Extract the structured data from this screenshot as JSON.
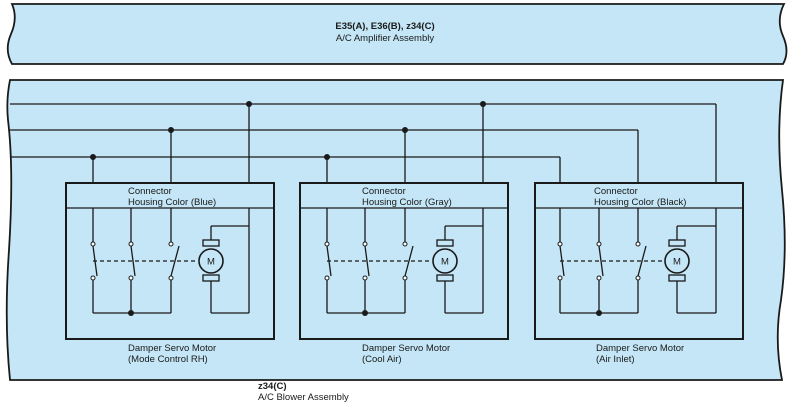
{
  "amplifier": {
    "code": "E35(A), E36(B), z34(C)",
    "name": "A/C Amplifier Assembly"
  },
  "blower": {
    "code": "z34(C)",
    "name": "A/C Blower Assembly"
  },
  "motors": [
    {
      "connector_label": "Connector",
      "housing_color": "Housing Color (Blue)",
      "motor_symbol": "M",
      "title": "Damper Servo Motor",
      "subtitle": "(Mode Control RH)"
    },
    {
      "connector_label": "Connector",
      "housing_color": "Housing Color (Gray)",
      "motor_symbol": "M",
      "title": "Damper Servo Motor",
      "subtitle": "(Cool Air)"
    },
    {
      "connector_label": "Connector",
      "housing_color": "Housing Color (Black)",
      "motor_symbol": "M",
      "title": "Damper Servo Motor",
      "subtitle": "(Air Inlet)"
    }
  ],
  "colors": {
    "panel_fill": "#c4e6f6",
    "line": "#1a1a1a"
  }
}
